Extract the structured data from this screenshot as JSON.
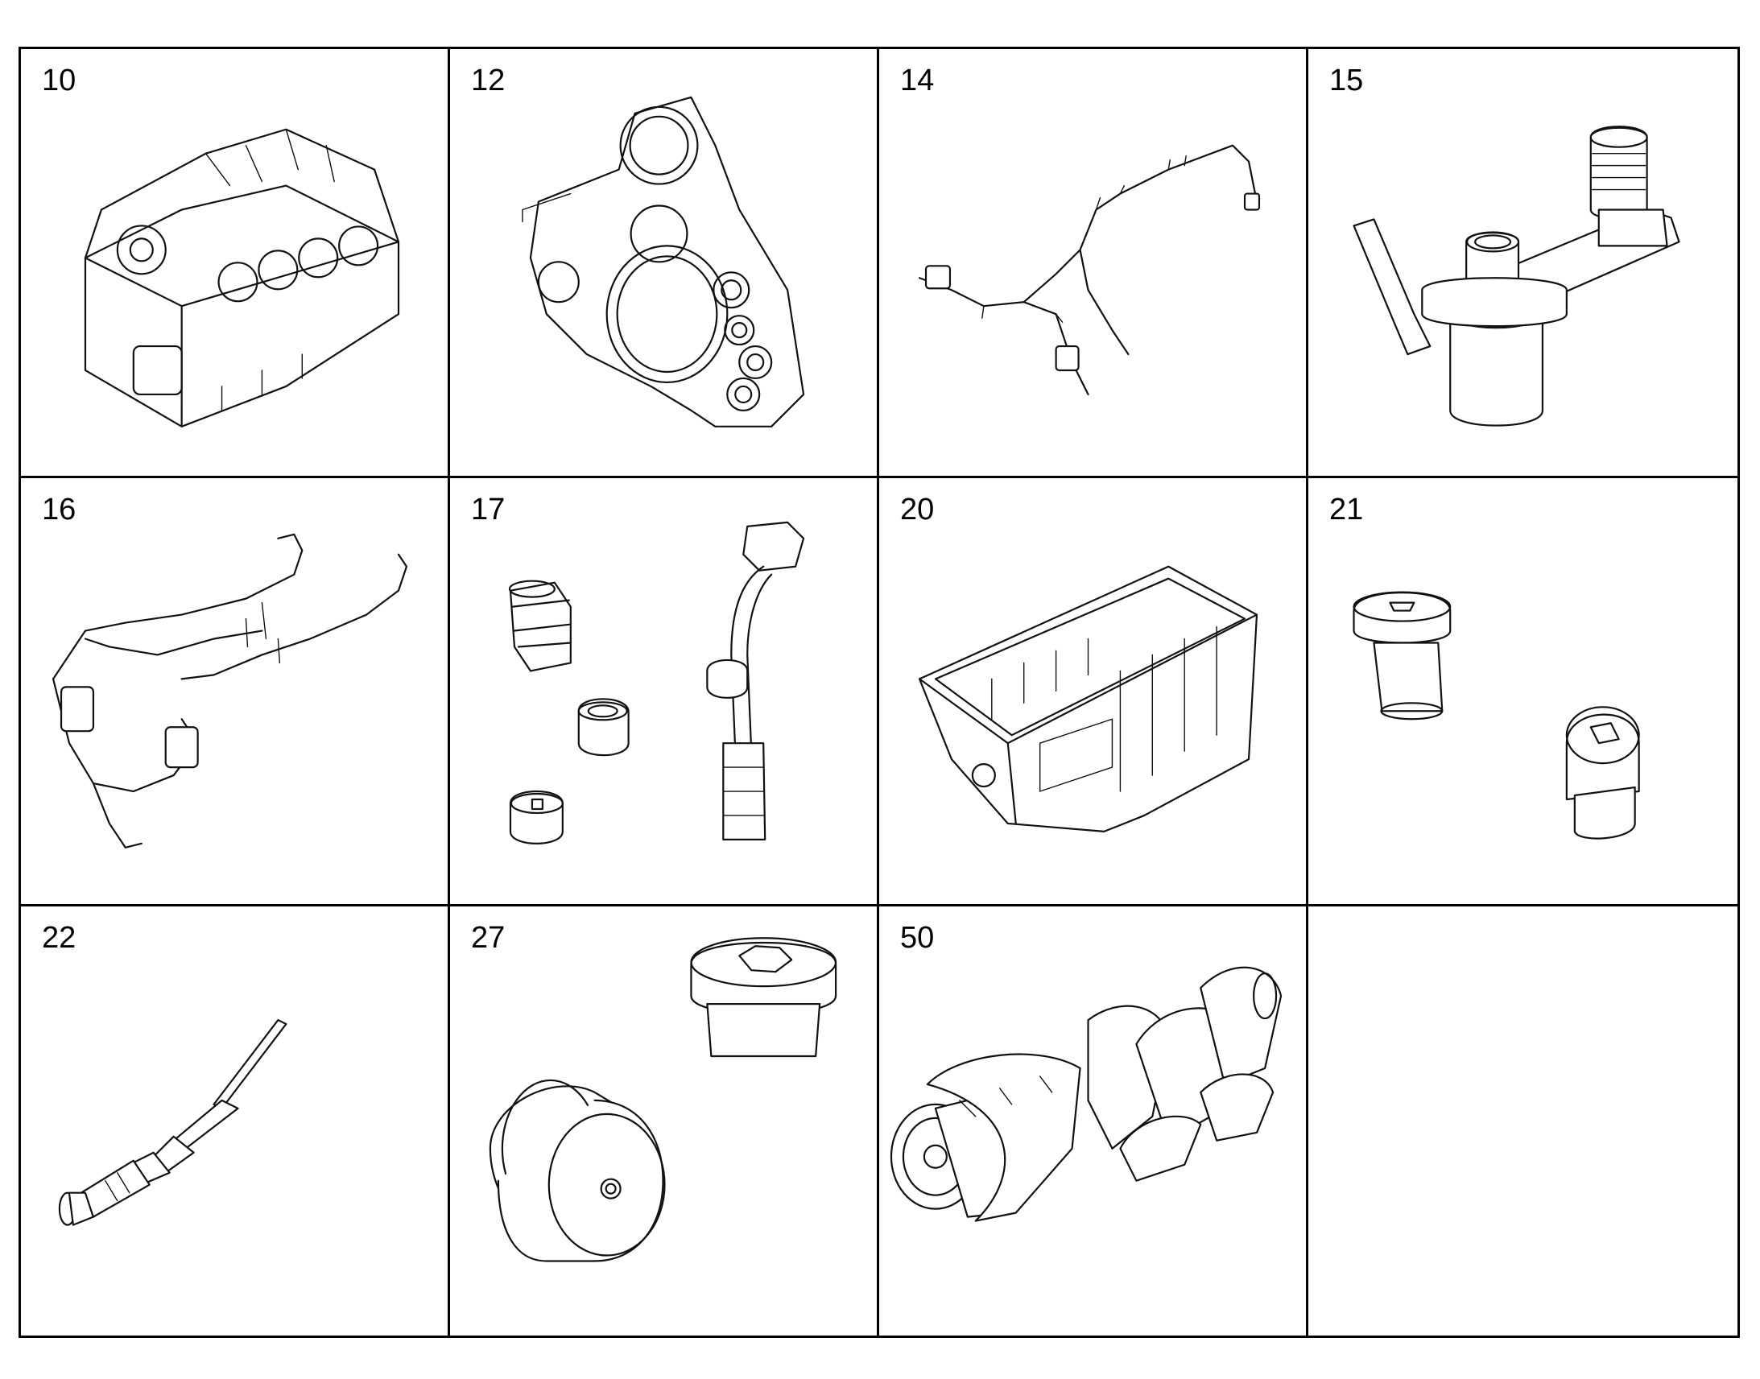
{
  "cells": [
    {
      "number": "10",
      "icon": "engine-block-icon"
    },
    {
      "number": "12",
      "icon": "timing-cover-icon"
    },
    {
      "number": "14",
      "icon": "wiring-harness-icon"
    },
    {
      "number": "15",
      "icon": "oil-pipe-fitting-icon"
    },
    {
      "number": "16",
      "icon": "fuel-line-assembly-icon"
    },
    {
      "number": "17",
      "icon": "plugs-and-pipe-icon"
    },
    {
      "number": "20",
      "icon": "oil-pan-icon"
    },
    {
      "number": "21",
      "icon": "screw-plug-pair-icon"
    },
    {
      "number": "22",
      "icon": "glow-plug-sensor-icon"
    },
    {
      "number": "27",
      "icon": "drain-plug-pair-icon"
    },
    {
      "number": "50",
      "icon": "crankshaft-icon"
    },
    {
      "number": "",
      "icon": ""
    }
  ]
}
